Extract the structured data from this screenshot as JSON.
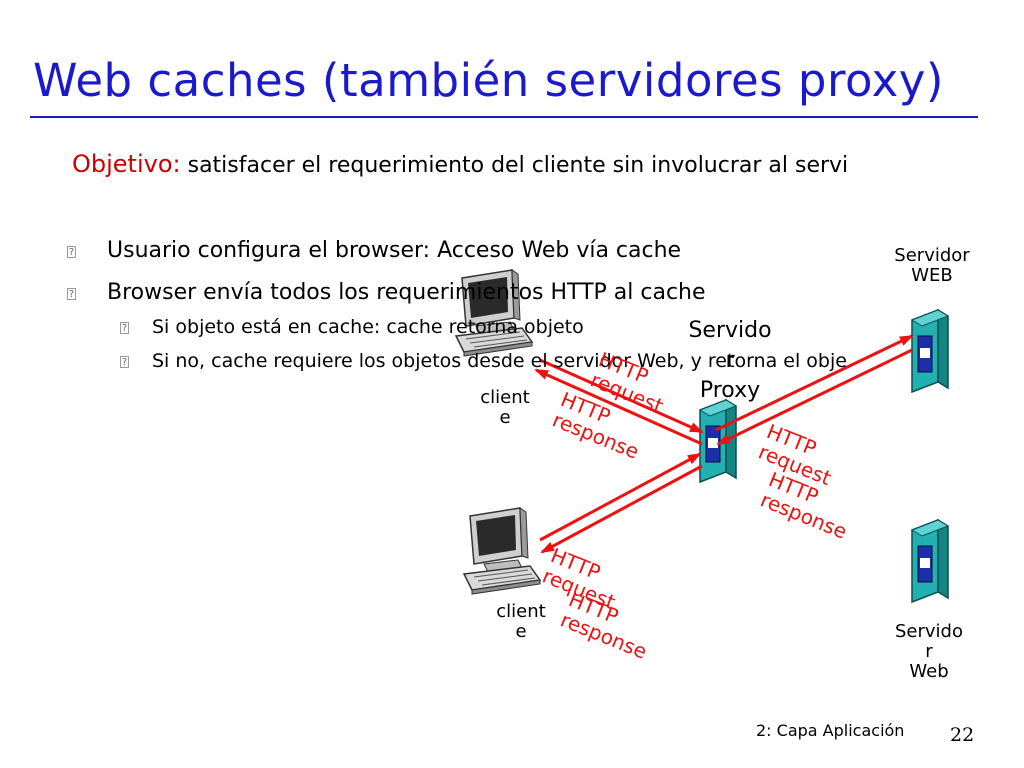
{
  "title": "Web caches (también servidores proxy)",
  "objective": {
    "label": "Objetivo:",
    "text": "satisfacer el requerimiento del cliente sin involucrar al servi"
  },
  "bullets": [
    "Usuario configura el browser: Acceso Web vía  cache",
    "Browser envía todos los requerimientos HTTP al  cache"
  ],
  "sub_bullets": [
    "Si objeto está en cache: cache retorna objeto",
    "Si no, cache requiere los objetos desde el servidor Web, y retorna el obje"
  ],
  "bullet_mark": "?",
  "nodes": {
    "web_server_top": "Servidor\nWEB",
    "proxy": "Servido\nr\nProxy",
    "client_top": "client\ne",
    "client_bottom": "client\ne",
    "web_server_bottom": "Servido\nr\nWeb"
  },
  "arrow_labels": {
    "client_top_request": "HTTP\nrequest",
    "client_top_response": "HTTP\nresponse",
    "server_request": "HTTP\nrequest",
    "server_response": "HTTP\nresponse",
    "client_bottom_request": "HTTP\nrequest",
    "client_bottom_response": "HTTP\nresponse"
  },
  "footer": {
    "chapter": "2: Capa Aplicación",
    "page": "22"
  },
  "colors": {
    "title": "#1a1acc",
    "objective_label": "#cc0000",
    "arrows": "#ee1111",
    "server_body": "#22b0b0"
  }
}
